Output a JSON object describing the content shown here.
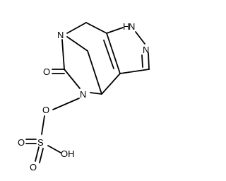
{
  "molecule": {
    "atoms": {
      "n_bridge": "N",
      "n_nh": "N",
      "h_nh": "H",
      "n_pyrazole": "N",
      "o_carbonyl": "O",
      "n_amide": "N",
      "o_ester": "O",
      "s": "S",
      "o_sulfonyl_left": "O",
      "o_sulfonyl_bottom": "O",
      "oh": "OH"
    },
    "colors": {
      "bond": "#000000",
      "label": "#000000",
      "background": "#ffffff"
    }
  }
}
